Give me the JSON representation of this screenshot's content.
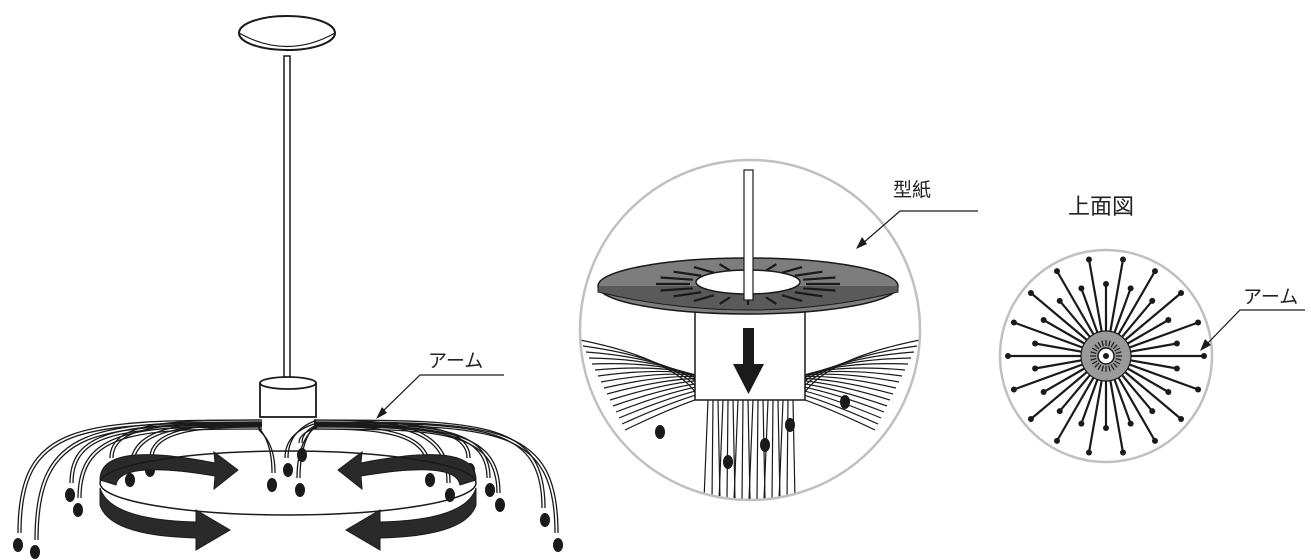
{
  "labels": {
    "arm_main": "アーム",
    "template": "型紙",
    "top_view": "上面図",
    "arm_top_view": "アーム"
  },
  "colors": {
    "line": "#1a1a1a",
    "paper_disc": "#7d7d7d",
    "hub_gray": "#9a9a9a",
    "circle_outline": "#c0c0c0",
    "background": "#ffffff"
  },
  "icons": {
    "rotation": "rotation-arrow-icon",
    "insert": "down-arrow-icon"
  }
}
